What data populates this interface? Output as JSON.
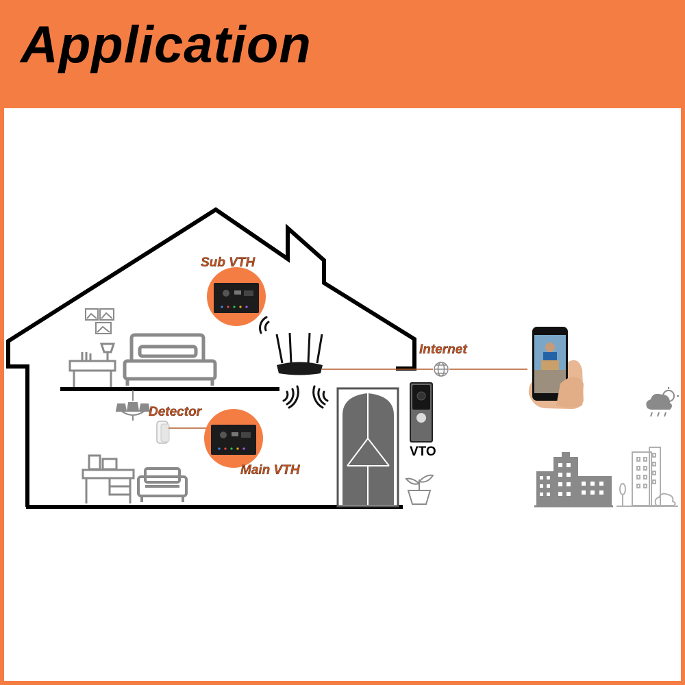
{
  "banner": {
    "title": "Application",
    "color": "#f47d44"
  },
  "labels": {
    "sub_vth": "Sub VTH",
    "internet": "Internet",
    "detector": "Detector",
    "main_vth": "Main VTH",
    "vto": "VTO"
  },
  "colors": {
    "accent": "#f47d44",
    "icon_gray": "#8a8a8a",
    "outline": "#000000",
    "connector": "#b05a28"
  },
  "icons": [
    "picture-frames-icon",
    "bed-icon",
    "desk-lamp-icon",
    "router-icon",
    "wifi-signal-icon",
    "chandelier-icon",
    "detector-sensor-icon",
    "desk-icon",
    "sofa-icon",
    "door-icon",
    "doorbell-vto-icon",
    "plant-pot-icon",
    "globe-icon",
    "smartphone-icon",
    "weather-cloud-icon",
    "city-buildings-icon"
  ]
}
